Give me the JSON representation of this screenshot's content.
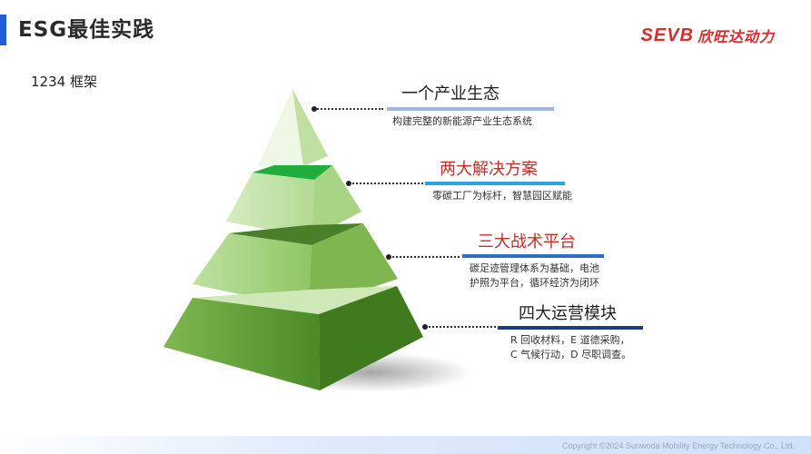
{
  "header": {
    "title": "ESG最佳实践",
    "logo_mark": "SEVB",
    "logo_text": "欣旺达动力"
  },
  "subtitle": "1234 框架",
  "tiers": [
    {
      "title": "一个产业生态",
      "desc": "构建完整的新能源产业生态系统",
      "color": "#1f1f1f",
      "line_color": "#9bb7e6"
    },
    {
      "title": "两大解决方案",
      "desc": "零碳工厂为标杆，智慧园区赋能",
      "color": "#c0302b",
      "line_color": "#2fa3e0"
    },
    {
      "title": "三大战术平台",
      "desc": "碳足迹管理体系为基础，电池|护照为平台，循环经济为闭环",
      "color": "#c0302b",
      "line_color": "#2a6fc4"
    },
    {
      "title": "四大运营模块",
      "desc": "R 回收材料，E 道德采购，|C 气候行动，D 尽职调查。",
      "color": "#1f1f1f",
      "line_color": "#1c3f7a"
    }
  ],
  "footer": {
    "copyright": "Copyright ©2024 Sunwoda Mobility Energy Technology Co., Ltd."
  },
  "colors": {
    "accent": "#1f5fd6",
    "brand_red": "#d92b2b",
    "pyramid_light": "#cfe8b8",
    "pyramid_mid": "#97c96e",
    "pyramid_dark": "#4f8a2c",
    "pyramid_bright": "#1fae3c"
  }
}
